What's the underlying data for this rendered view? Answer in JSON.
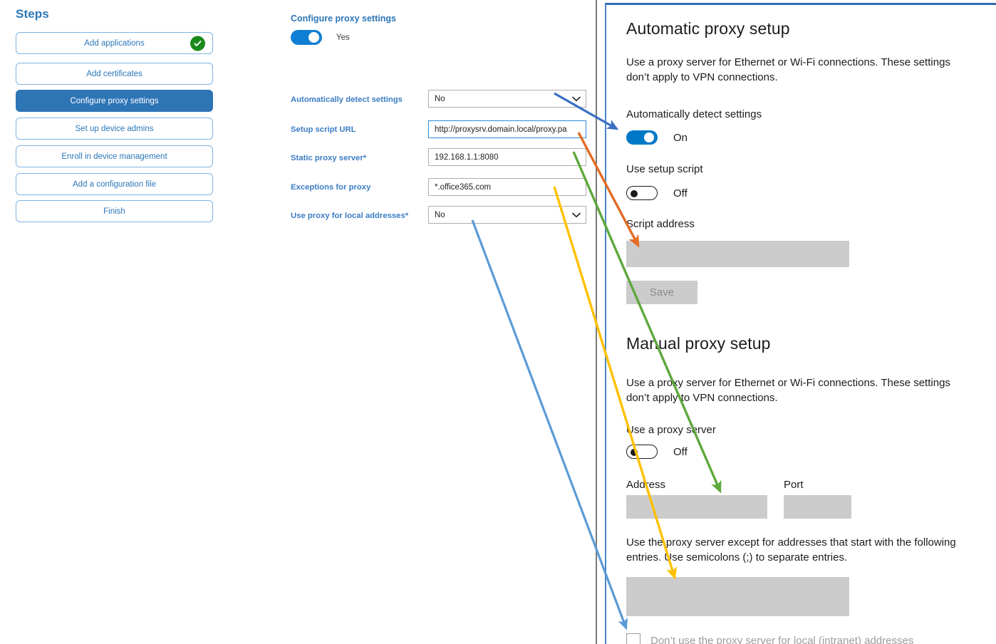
{
  "steps": {
    "title": "Steps",
    "items": [
      {
        "label": "Add applications",
        "state": "complete",
        "icon": "check-circle-icon"
      },
      {
        "label": "Add certificates",
        "state": "default"
      },
      {
        "label": "Configure proxy settings",
        "state": "active"
      },
      {
        "label": "Set up device admins",
        "state": "default"
      },
      {
        "label": "Enroll in device management",
        "state": "default"
      },
      {
        "label": "Add a configuration file",
        "state": "default"
      },
      {
        "label": "Finish",
        "state": "default"
      }
    ]
  },
  "form": {
    "title": "Configure proxy settings",
    "enable_toggle": {
      "value": "Yes",
      "state": "on"
    },
    "fields": [
      {
        "label": "Automatically detect settings",
        "required": false,
        "type": "select",
        "value": "No",
        "focused": false
      },
      {
        "label": "Setup script URL",
        "required": false,
        "type": "text",
        "value": "http://proxysrv.domain.local/proxy.pa",
        "focused": true
      },
      {
        "label": "Static proxy server",
        "required": true,
        "type": "text",
        "value": "192.168.1.1:8080",
        "focused": false
      },
      {
        "label": "Exceptions for proxy",
        "required": false,
        "type": "text",
        "value": "*.office365.com",
        "focused": false
      },
      {
        "label": "Use proxy for local addresses",
        "required": true,
        "type": "select",
        "value": "No",
        "focused": false
      }
    ],
    "required_marker": "*"
  },
  "windows_settings": {
    "automatic": {
      "heading": "Automatic proxy setup",
      "description": "Use a proxy server for Ethernet or Wi-Fi connections. These settings don’t apply to VPN connections.",
      "auto_detect_label": "Automatically detect settings",
      "auto_detect_state": "On",
      "setup_script_label": "Use setup script",
      "setup_script_state": "Off",
      "script_address_label": "Script address",
      "script_address_value": "",
      "save_label": "Save"
    },
    "manual": {
      "heading": "Manual proxy setup",
      "description": "Use a proxy server for Ethernet or Wi-Fi connections. These settings don’t apply to VPN connections.",
      "use_proxy_label": "Use a proxy server",
      "use_proxy_state": "Off",
      "address_label": "Address",
      "address_value": "",
      "port_label": "Port",
      "port_value": "",
      "exceptions_description": "Use the proxy server except for addresses that start with the following entries. Use semicolons (;) to separate entries.",
      "exceptions_value": "",
      "bypass_local_label": "Don’t use the proxy server for local (intranet) addresses",
      "bypass_local_checked": false
    }
  },
  "annotations": {
    "arrows": [
      {
        "name": "arrow-auto-detect",
        "color": "#3A6FC4",
        "from_field": "Automatically detect settings",
        "to_target": "Automatically detect settings toggle"
      },
      {
        "name": "arrow-setup-script-url",
        "color": "#E36C25",
        "from_field": "Setup script URL",
        "to_target": "Script address box"
      },
      {
        "name": "arrow-static-proxy-server",
        "color": "#5FA83C",
        "from_field": "Static proxy server",
        "to_target": "Address box"
      },
      {
        "name": "arrow-exceptions-for-proxy",
        "color": "#FFC000",
        "from_field": "Exceptions for proxy",
        "to_target": "Exceptions box"
      },
      {
        "name": "arrow-use-proxy-local",
        "color": "#5B9BD5",
        "from_field": "Use proxy for local addresses",
        "to_target": "Don’t use the proxy server for local (intranet) addresses checkbox"
      }
    ]
  },
  "colors": {
    "brand_blue": "#2E75B6",
    "label_blue": "#3B7DC4",
    "toggle_on": "#0F7FD4",
    "win_toggle_on": "#0078C8",
    "complete_green": "#1A8A1A",
    "grey_box": "#CCCCCC",
    "divider": "#7A7A7A"
  }
}
